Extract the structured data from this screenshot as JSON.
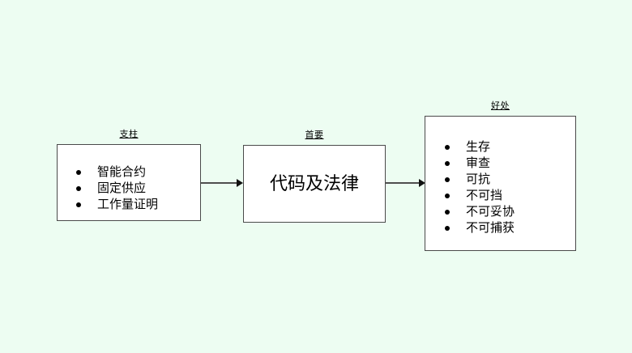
{
  "diagram": {
    "background_color": "#edfdf2",
    "box_fill": "#ffffff",
    "box_border_color": "#4a4a4a",
    "connector_color": "#4f4f4f",
    "arrow_color": "#111111",
    "nodes": [
      {
        "id": "pillars",
        "title": "支柱",
        "type": "bullet-list",
        "items": [
          "智能合约",
          "固定供应",
          "工作量证明"
        ]
      },
      {
        "id": "primary",
        "title": "首要",
        "type": "label",
        "label": "代码及法律"
      },
      {
        "id": "benefits",
        "title": "好处",
        "type": "bullet-list",
        "items": [
          "生存",
          "审查",
          "可抗",
          "不可挡",
          "不可妥协",
          "不可捕获"
        ]
      }
    ],
    "connectors": [
      {
        "id": "pillars-to-primary",
        "from": "pillars",
        "to": "primary"
      },
      {
        "id": "primary-to-benefits",
        "from": "primary",
        "to": "benefits"
      }
    ]
  }
}
